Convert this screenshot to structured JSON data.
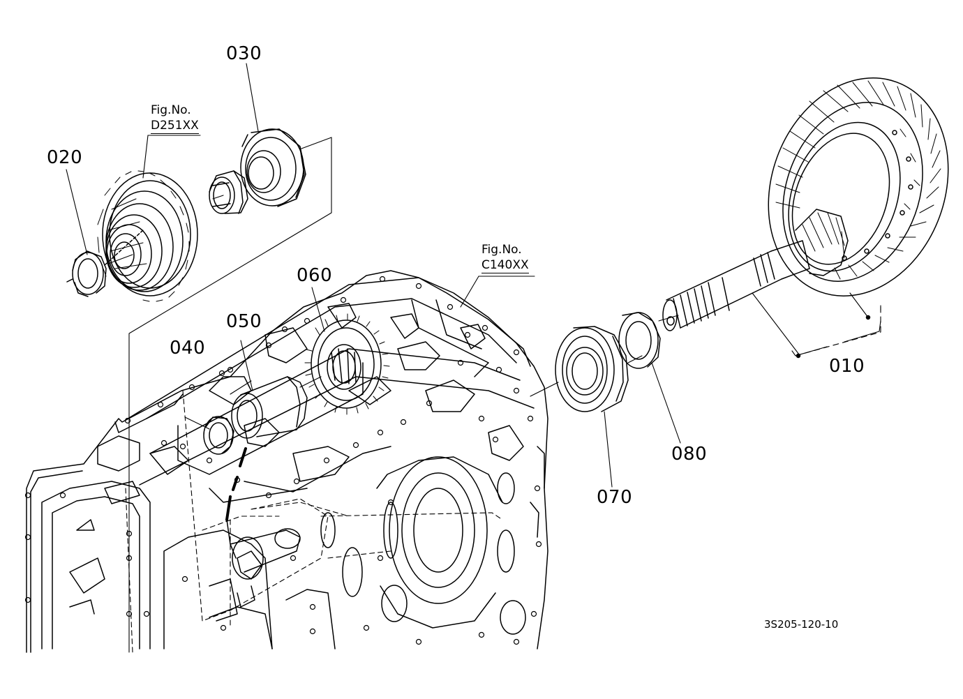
{
  "parts": [
    {
      "number": "010"
    },
    {
      "number": "020"
    },
    {
      "number": "030"
    },
    {
      "number": "040"
    },
    {
      "number": "050"
    },
    {
      "number": "060"
    },
    {
      "number": "070"
    },
    {
      "number": "080"
    }
  ],
  "fig_refs": [
    {
      "caption": "Fig.No.",
      "ref": "D251XX"
    },
    {
      "caption": "Fig.No.",
      "ref": "C140XX"
    }
  ],
  "drawing_code": "3S205-120-10"
}
